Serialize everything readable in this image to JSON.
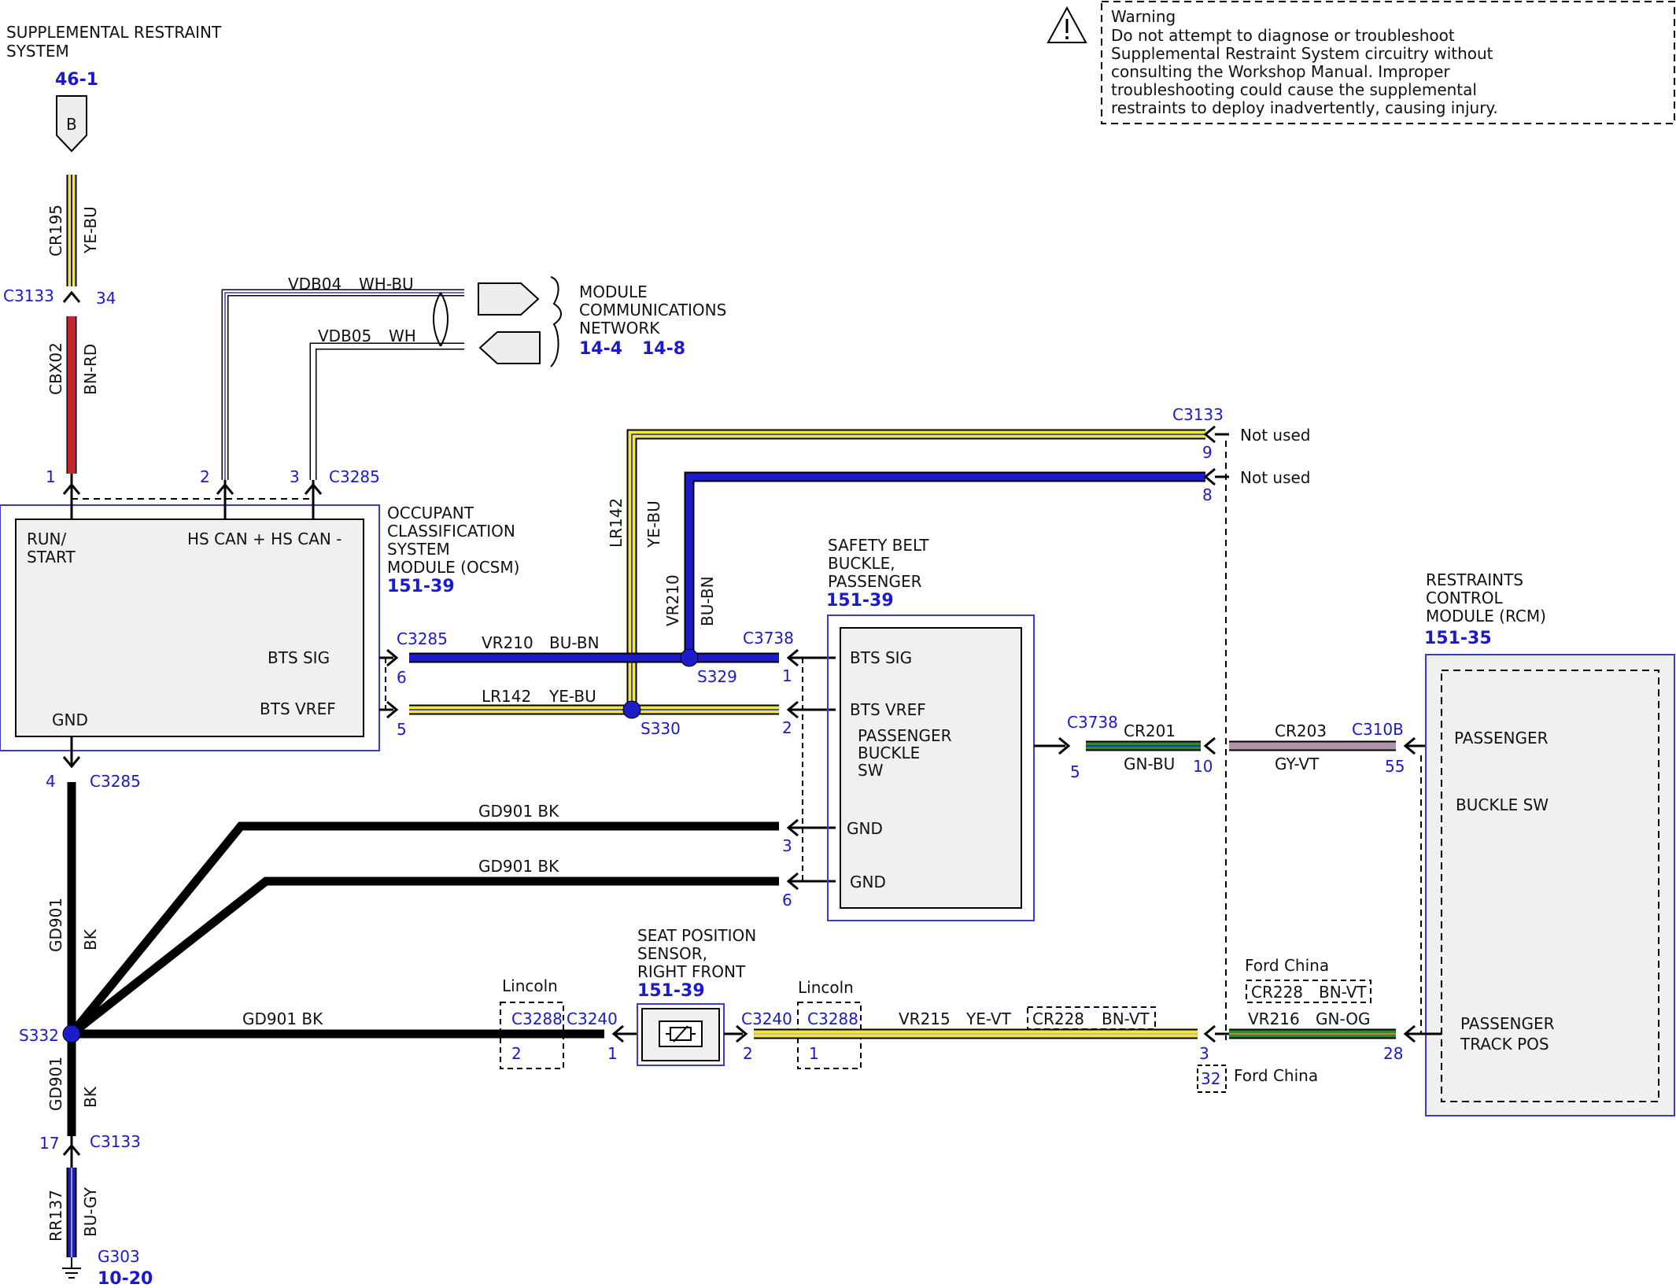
{
  "warning": {
    "title": "Warning",
    "lines": [
      "Do not attempt to diagnose or troubleshoot",
      "Supplemental Restraint System circuitry without",
      "consulting the Workshop Manual. Improper",
      "troubleshooting could cause the supplemental",
      "restraints to deploy inadvertently, causing injury."
    ]
  },
  "srs": {
    "title_lines": [
      "SUPPLEMENTAL RESTRAINT",
      "SYSTEM"
    ],
    "ref": "46-1",
    "connector_letter": "B"
  },
  "mcn": {
    "title_lines": [
      "MODULE",
      "COMMUNICATIONS",
      "NETWORK"
    ],
    "ref1": "14-4",
    "ref2": "14-8"
  },
  "ocsm": {
    "title_lines": [
      "OCCUPANT",
      "CLASSIFICATION",
      "SYSTEM",
      "MODULE (OCSM)"
    ],
    "ref": "151-39",
    "pins": {
      "run_start_lines": [
        "RUN/",
        "START"
      ],
      "hs_can": "HS CAN + HS CAN -",
      "bts_sig": "BTS SIG",
      "bts_vref": "BTS VREF",
      "gnd": "GND"
    }
  },
  "belt_buckle": {
    "title_lines": [
      "SAFETY BELT",
      "BUCKLE,",
      "PASSENGER"
    ],
    "ref": "151-39",
    "pins": {
      "bts_sig": "BTS SIG",
      "bts_vref": "BTS VREF",
      "buckle_sw_lines": [
        "PASSENGER",
        "BUCKLE",
        "SW"
      ],
      "gnd1": "GND",
      "gnd2": "GND"
    }
  },
  "rcm": {
    "title_lines": [
      "RESTRAINTS",
      "CONTROL",
      "MODULE (RCM)"
    ],
    "ref": "151-35",
    "pins": {
      "passenger": "PASSENGER",
      "buckle_sw": "BUCKLE SW",
      "track_pos_lines": [
        "PASSENGER",
        "TRACK POS"
      ]
    }
  },
  "seat_sensor": {
    "title_lines": [
      "SEAT POSITION",
      "SENSOR,",
      "RIGHT FRONT"
    ],
    "ref": "151-39"
  },
  "ground": {
    "id": "G303",
    "ref": "10-20"
  },
  "connectors": {
    "c3133": "C3133",
    "c3285": "C3285",
    "c3738": "C3738",
    "c310b": "C310B",
    "c3288": "C3288",
    "c3240": "C3240",
    "s329": "S329",
    "s330": "S330",
    "s332": "S332"
  },
  "pins": {
    "p34": "34",
    "p1": "1",
    "p2": "2",
    "p3": "3",
    "p4": "4",
    "p5": "5",
    "p6": "6",
    "p8": "8",
    "p9": "9",
    "p10": "10",
    "p17": "17",
    "p28": "28",
    "p32": "32",
    "p55": "55"
  },
  "wires": {
    "cr195": "CR195",
    "ye_bu": "YE-BU",
    "cbx02": "CBX02",
    "bn_rd": "BN-RD",
    "vdb04": "VDB04",
    "wh_bu": "WH-BU",
    "vdb05": "VDB05",
    "wh": "WH",
    "lr142": "LR142",
    "vr210": "VR210",
    "bu_bn": "BU-BN",
    "cr201": "CR201",
    "gn_bu": "GN-BU",
    "cr203": "CR203",
    "gy_vt": "GY-VT",
    "gd901": "GD901",
    "bk": "BK",
    "gd901_bk": "GD901 BK",
    "vr215": "VR215",
    "ye_vt": "YE-VT",
    "cr228": "CR228",
    "bn_vt": "BN-VT",
    "vr216": "VR216",
    "gn_og": "GN-OG",
    "rr137": "RR137",
    "bu_gy": "BU-GY"
  },
  "notes": {
    "not_used": "Not used",
    "lincoln": "Lincoln",
    "ford_china": "Ford China"
  },
  "colors": {
    "yellow": "#f2e83a",
    "blue": "#1c1cc8",
    "red": "#c0282d",
    "green": "#2e8a2e",
    "gray_violet": "#b58fa4",
    "black": "#000000",
    "label_blue": "#1a1acc",
    "module_fill": "#f0f0f0",
    "module_outline": "#3a3ad0"
  }
}
